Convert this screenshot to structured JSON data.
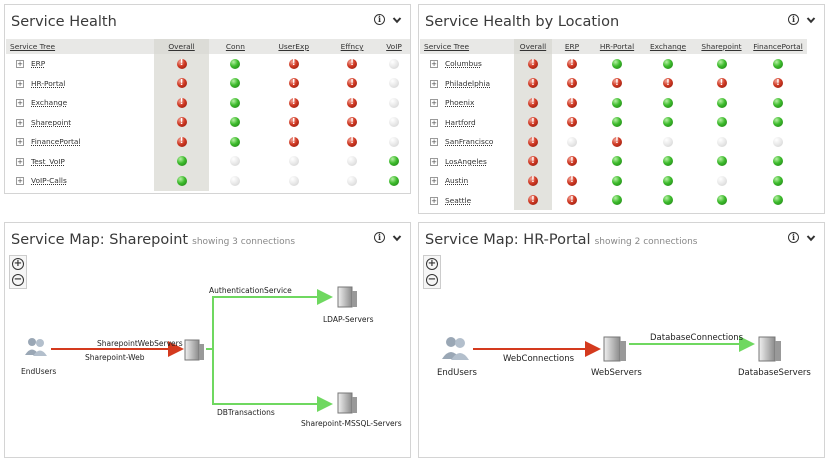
{
  "service_health": {
    "title": "Service Health",
    "columns": [
      "Service Tree",
      "Overall",
      "Conn",
      "UserExp",
      "Effncy",
      "VoIP"
    ],
    "rows": [
      {
        "name": "ERP",
        "status": [
          "r",
          "g",
          "r",
          "r",
          "n"
        ]
      },
      {
        "name": "HR-Portal",
        "status": [
          "r",
          "g",
          "r",
          "r",
          "n"
        ]
      },
      {
        "name": "Exchange",
        "status": [
          "r",
          "g",
          "r",
          "r",
          "n"
        ]
      },
      {
        "name": "Sharepoint",
        "status": [
          "r",
          "g",
          "r",
          "r",
          "n"
        ]
      },
      {
        "name": "FinancePortal",
        "status": [
          "r",
          "g",
          "r",
          "r",
          "n"
        ]
      },
      {
        "name": "Test_VoIP",
        "status": [
          "g",
          "n",
          "n",
          "n",
          "g"
        ]
      },
      {
        "name": "VoIP-Calls",
        "status": [
          "g",
          "n",
          "n",
          "n",
          "g"
        ]
      }
    ]
  },
  "service_health_location": {
    "title": "Service Health by Location",
    "columns": [
      "Service Tree",
      "Overall",
      "ERP",
      "HR-Portal",
      "Exchange",
      "Sharepoint",
      "FinancePortal"
    ],
    "rows": [
      {
        "name": "Columbus",
        "status": [
          "r",
          "r",
          "g",
          "g",
          "g",
          "g"
        ]
      },
      {
        "name": "Philadelphia",
        "status": [
          "r",
          "r",
          "r",
          "r",
          "r",
          "r"
        ]
      },
      {
        "name": "Phoenix",
        "status": [
          "r",
          "r",
          "g",
          "g",
          "g",
          "g"
        ]
      },
      {
        "name": "Hartford",
        "status": [
          "r",
          "r",
          "g",
          "g",
          "g",
          "g"
        ]
      },
      {
        "name": "SanFrancisco",
        "status": [
          "r",
          "n",
          "r",
          "n",
          "n",
          "n"
        ]
      },
      {
        "name": "LosAngeles",
        "status": [
          "r",
          "r",
          "g",
          "g",
          "g",
          "g"
        ]
      },
      {
        "name": "Austin",
        "status": [
          "r",
          "r",
          "g",
          "g",
          "n",
          "g"
        ]
      },
      {
        "name": "Seattle",
        "status": [
          "r",
          "r",
          "g",
          "g",
          "g",
          "g"
        ]
      }
    ]
  },
  "map_sharepoint": {
    "title": "Service Map: Sharepoint",
    "subtitle": "showing 3 connections",
    "nodes": {
      "end_users": "EndUsers",
      "ldap": "LDAP-Servers",
      "mssql": "Sharepoint-MSSQL-Servers"
    },
    "edges": {
      "web_servers": "SharepointWebServers",
      "web": "Sharepoint-Web",
      "auth": "AuthenticationService",
      "db": "DBTransactions"
    }
  },
  "map_hrportal": {
    "title": "Service Map: HR-Portal",
    "subtitle": "showing 2 connections",
    "nodes": {
      "end_users": "EndUsers",
      "web_servers": "WebServers",
      "db_servers": "DatabaseServers"
    },
    "edges": {
      "web": "WebConnections",
      "db": "DatabaseConnections"
    }
  },
  "zoom": {
    "in": "+",
    "out": "−"
  },
  "icons": {
    "info": "i"
  },
  "colors": {
    "ok": "#3dbb2c",
    "critical": "#d03a24",
    "unknown": "#d9d9d9",
    "link_bad": "#d43a1e",
    "link_ok": "#6fd860"
  }
}
